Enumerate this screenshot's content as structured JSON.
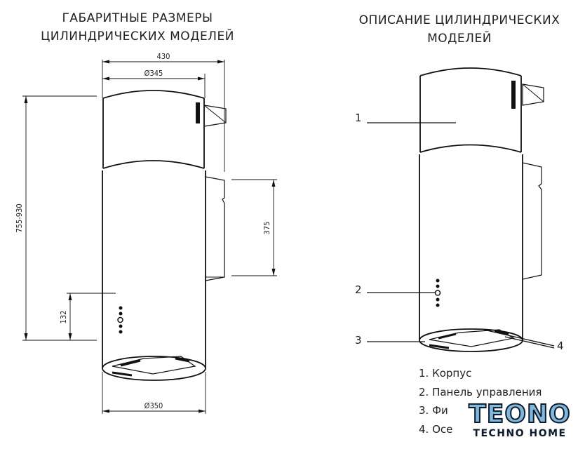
{
  "left_title": {
    "line1": "ГАБАРИТНЫЕ РАЗМЕРЫ",
    "line2": "ЦИЛИНДРИЧЕСКИХ МОДЕЛЕЙ"
  },
  "right_title": {
    "line1": "ОПИСАНИЕ ЦИЛИНДРИЧЕСКИХ",
    "line2": "МОДЕЛЕЙ"
  },
  "dimensions": {
    "width_total": "430",
    "diameter_top": "Ø345",
    "height_range": "755-930",
    "bracket_height": "375",
    "panel_height": "132",
    "diameter_bottom": "Ø350"
  },
  "callouts": [
    "1",
    "2",
    "3",
    "4"
  ],
  "legend": [
    "1. Корпус",
    "2. Панель управления",
    "3. Фи",
    "4. Осе"
  ],
  "logo": {
    "main": "TEONO",
    "sub": "TECHNO HOME"
  }
}
